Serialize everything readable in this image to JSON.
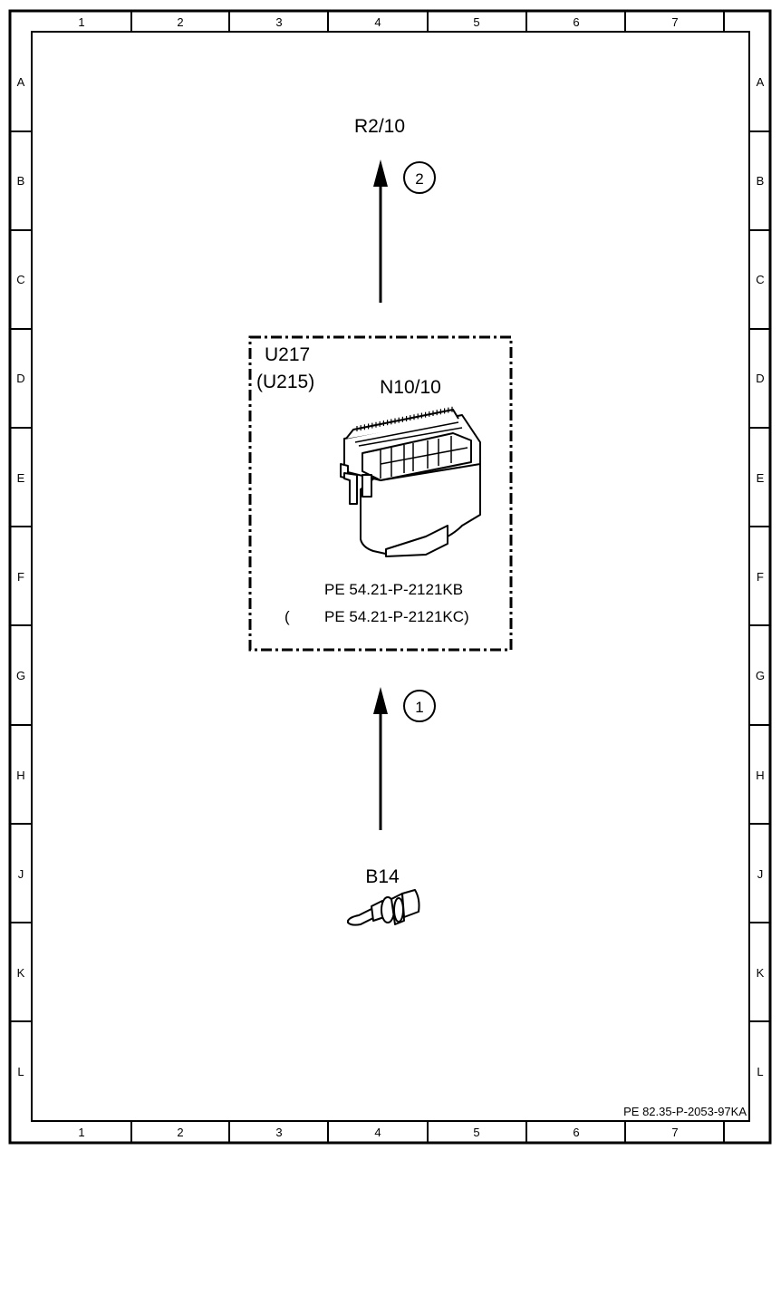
{
  "frame": {
    "columns": [
      "1",
      "2",
      "3",
      "4",
      "5",
      "6",
      "7"
    ],
    "rows": [
      "A",
      "B",
      "C",
      "D",
      "E",
      "F",
      "G",
      "H",
      "J",
      "K",
      "L"
    ]
  },
  "diagram": {
    "top_target": "R2/10",
    "circle_top": "2",
    "circle_bottom": "1",
    "box_title_1": "U217",
    "box_title_2": "(U215)",
    "module_label": "N10/10",
    "ref_1": "PE 54.21-P-2121KB",
    "ref_2_open": "(",
    "ref_2": "PE 54.21-P-2121KC)",
    "sensor_label": "B14",
    "footer_ref": "PE 82.35-P-2053-97KA"
  }
}
